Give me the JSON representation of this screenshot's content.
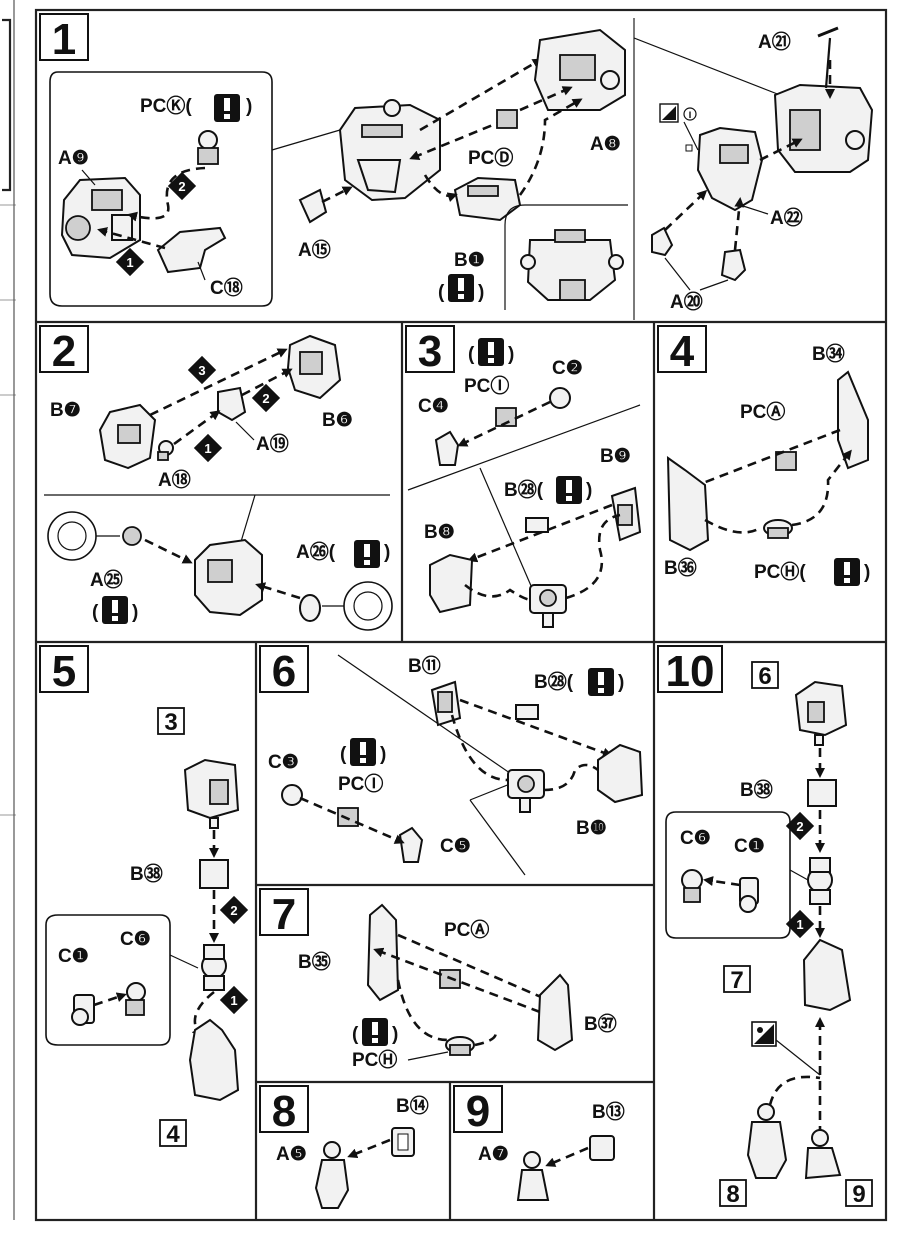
{
  "steps": {
    "s1": {
      "number": "1",
      "labels": {
        "a21": "A㉑",
        "pck": "PCⓀ(",
        "pck_close": ")",
        "a9": "A❾",
        "a8": "A❽",
        "pcd": "PCⒹ",
        "a22": "A㉒",
        "a15": "A⑮",
        "b1": "B❶",
        "b1_open": "(",
        "b1_close": ")",
        "c18": "C⑱",
        "a20": "A⑳",
        "seq1": "1",
        "seq2": "2",
        "mark_i": "I"
      }
    },
    "s2": {
      "number": "2",
      "labels": {
        "b7": "B❼",
        "b6": "B❻",
        "a19": "A⑲",
        "a18": "A⑱",
        "a25": "A㉕",
        "a25_note_open": "(",
        "a25_note_close": ")",
        "a26": "A㉖(",
        "a26_close": ")",
        "seq1": "1",
        "seq2": "2",
        "seq3": "3"
      }
    },
    "s3": {
      "number": "3",
      "labels": {
        "note_open": "(",
        "note_close": ")",
        "c2": "C❷",
        "pci": "PCⒾ",
        "c4": "C❹",
        "b9": "B❾",
        "b28": "B㉘(",
        "b28_close": ")",
        "b8": "B❽"
      }
    },
    "s4": {
      "number": "4",
      "labels": {
        "b34": "B㉞",
        "pca": "PCⒶ",
        "b36": "B㊱",
        "pch": "PCⒽ(",
        "pch_close": ")"
      }
    },
    "s5": {
      "number": "5",
      "labels": {
        "box3": "3",
        "b38": "B㊳",
        "c1": "C❶",
        "c6": "C❻",
        "box4": "4",
        "seq1": "1",
        "seq2": "2"
      }
    },
    "s6": {
      "number": "6",
      "labels": {
        "b11": "B⑪",
        "b28": "B㉘(",
        "b28_close": ")",
        "c3": "C❸",
        "note_open": "(",
        "note_close": ")",
        "pci": "PCⒾ",
        "c5": "C❺",
        "b10": "B❿"
      }
    },
    "s7": {
      "number": "7",
      "labels": {
        "b35": "B㉟",
        "pca": "PCⒶ",
        "b37": "B㊲",
        "note_open": "(",
        "note_close": ")",
        "pch": "PCⒽ"
      }
    },
    "s8": {
      "number": "8",
      "labels": {
        "b14": "B⑭",
        "a5": "A❺"
      }
    },
    "s9": {
      "number": "9",
      "labels": {
        "b13": "B⑬",
        "a7": "A❼"
      }
    },
    "s10": {
      "number": "10",
      "labels": {
        "box6": "6",
        "b38": "B㊳",
        "c6": "C❻",
        "c1": "C❶",
        "box7": "7",
        "box8": "8",
        "box9": "9",
        "seq1": "1",
        "seq2": "2"
      }
    }
  },
  "icons": {
    "caution": "exclamation-caution-icon",
    "cut": "cut-mark-icon",
    "sticker": "sticker-icon"
  },
  "colors": {
    "ink": "#111111",
    "paper": "#ffffff",
    "part_fill": "#f2f2f2",
    "shade": "#cfcfcf"
  }
}
